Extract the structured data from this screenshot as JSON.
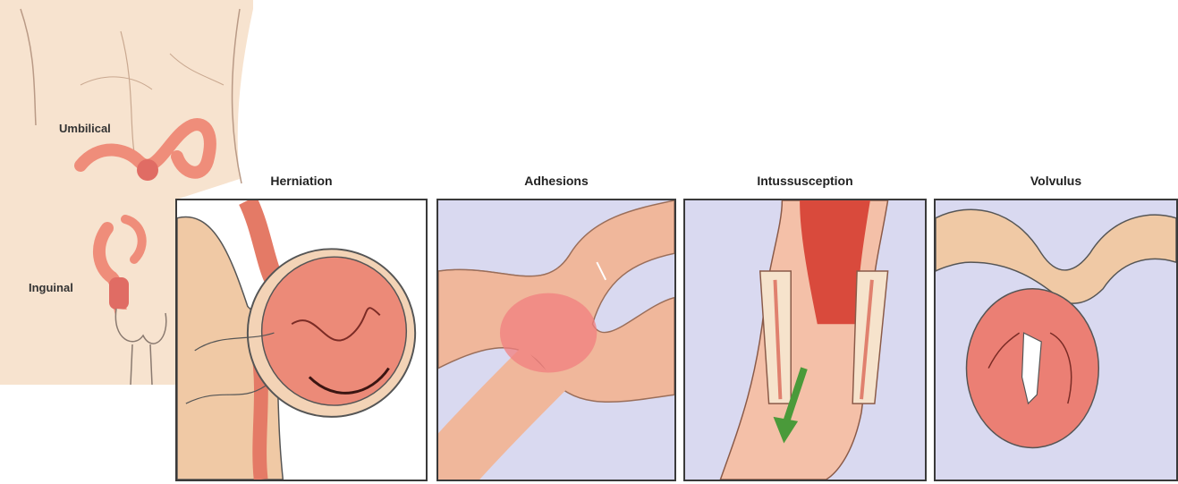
{
  "figure": {
    "torso_labels": {
      "umbilical": "Umbilical",
      "inguinal": "Inguinal"
    },
    "panels": [
      {
        "caption": "Herniation"
      },
      {
        "caption": "Adhesions"
      },
      {
        "caption": "Intussusception"
      },
      {
        "caption": "Volvulus"
      }
    ]
  },
  "colors": {
    "skin": "#f7e3cf",
    "intestine": "#ef8d7a",
    "intestine_dark": "#d8534a",
    "panel_bg": "#d9d9f0",
    "outline": "#3a3a3a",
    "arrow": "#4a9a3a"
  }
}
